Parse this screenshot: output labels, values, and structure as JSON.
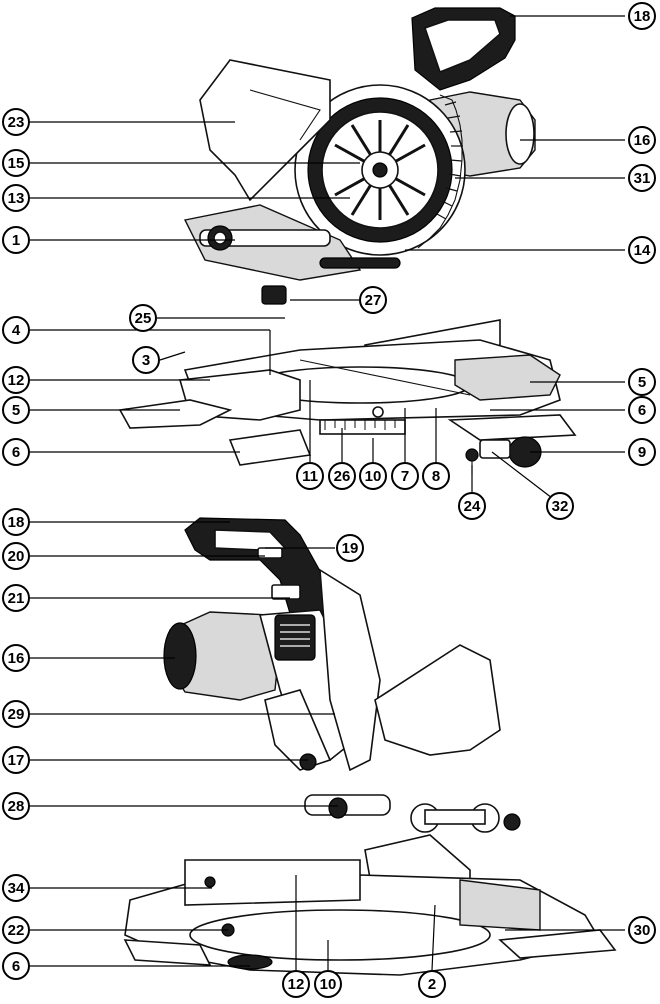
{
  "callouts": [
    {
      "id": "c18a",
      "label": "18",
      "side": "right"
    },
    {
      "id": "c23",
      "label": "23",
      "side": "left"
    },
    {
      "id": "c16a",
      "label": "16",
      "side": "right"
    },
    {
      "id": "c15",
      "label": "15",
      "side": "left"
    },
    {
      "id": "c31",
      "label": "31",
      "side": "right"
    },
    {
      "id": "c13",
      "label": "13",
      "side": "left"
    },
    {
      "id": "c1",
      "label": "1",
      "side": "left"
    },
    {
      "id": "c14",
      "label": "14",
      "side": "right"
    },
    {
      "id": "c27",
      "label": "27",
      "side": "right"
    },
    {
      "id": "c25",
      "label": "25",
      "side": "left"
    },
    {
      "id": "c4",
      "label": "4",
      "side": "left"
    },
    {
      "id": "c3",
      "label": "3",
      "side": "left"
    },
    {
      "id": "c12a",
      "label": "12",
      "side": "left"
    },
    {
      "id": "c5a",
      "label": "5",
      "side": "right"
    },
    {
      "id": "c5b",
      "label": "5",
      "side": "left"
    },
    {
      "id": "c6a",
      "label": "6",
      "side": "right"
    },
    {
      "id": "c6b",
      "label": "6",
      "side": "left"
    },
    {
      "id": "c9",
      "label": "9",
      "side": "right"
    },
    {
      "id": "c11",
      "label": "11",
      "side": "bottom"
    },
    {
      "id": "c26",
      "label": "26",
      "side": "bottom"
    },
    {
      "id": "c10a",
      "label": "10",
      "side": "bottom"
    },
    {
      "id": "c7",
      "label": "7",
      "side": "bottom"
    },
    {
      "id": "c8",
      "label": "8",
      "side": "bottom"
    },
    {
      "id": "c24",
      "label": "24",
      "side": "bottom"
    },
    {
      "id": "c32",
      "label": "32",
      "side": "bottom"
    },
    {
      "id": "c18b",
      "label": "18",
      "side": "left"
    },
    {
      "id": "c19",
      "label": "19",
      "side": "right"
    },
    {
      "id": "c20",
      "label": "20",
      "side": "left"
    },
    {
      "id": "c21",
      "label": "21",
      "side": "left"
    },
    {
      "id": "c16b",
      "label": "16",
      "side": "left"
    },
    {
      "id": "c29",
      "label": "29",
      "side": "left"
    },
    {
      "id": "c17",
      "label": "17",
      "side": "left"
    },
    {
      "id": "c28",
      "label": "28",
      "side": "left"
    },
    {
      "id": "c34",
      "label": "34",
      "side": "left"
    },
    {
      "id": "c22",
      "label": "22",
      "side": "left"
    },
    {
      "id": "c30",
      "label": "30",
      "side": "right"
    },
    {
      "id": "c6c",
      "label": "6",
      "side": "left"
    },
    {
      "id": "c12b",
      "label": "12",
      "side": "bottom"
    },
    {
      "id": "c10b",
      "label": "10",
      "side": "bottom"
    },
    {
      "id": "c2",
      "label": "2",
      "side": "bottom"
    }
  ]
}
